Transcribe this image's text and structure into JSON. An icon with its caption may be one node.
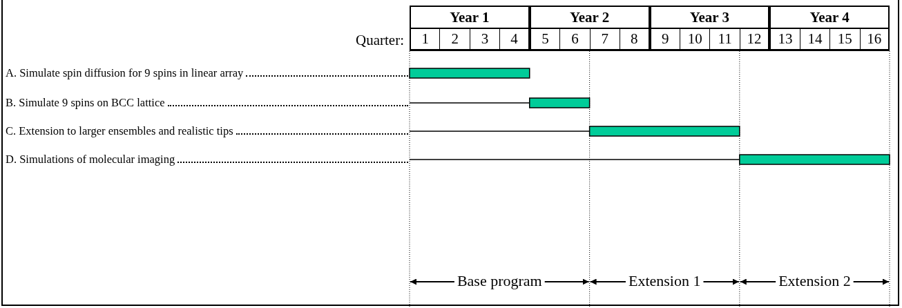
{
  "diagram": {
    "nodes": [
      {
        "text": [],
        "shape": "bar"
      },
      {
        "text": [],
        "shape": "bar"
      },
      {
        "text": [],
        "shape": "bar"
      },
      {
        "text": [],
        "shape": "bar"
      }
    ],
    "labels": [
      "Year 1",
      "Year 2",
      "Year 3",
      "Year 4",
      "Quarter:",
      "1",
      "2",
      "3",
      "4",
      "5",
      "6",
      "7",
      "8",
      "9",
      "10",
      "11",
      "12",
      "13",
      "14",
      "15",
      "16",
      "A. Simulate spin diffusion for 9 spins in linear array",
      "B. Simulate 9 spins on BCC lattice",
      "C. Extension to larger ensembles and realistic tips",
      "D. Simulations of molecular imaging",
      "Base program",
      "Extension 1",
      "Extension 2"
    ]
  }
}
